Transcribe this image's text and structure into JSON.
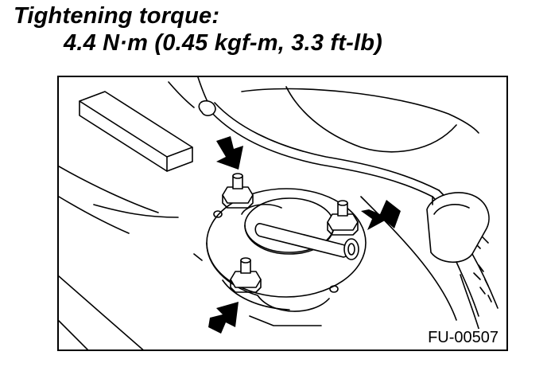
{
  "heading": {
    "title": "Tightening torque:",
    "value": "4.4 N·m (0.45 kgf-m, 3.3 ft-lb)"
  },
  "figure": {
    "code": "FU-00507",
    "arrow_count": 3,
    "nut_count": 3
  }
}
